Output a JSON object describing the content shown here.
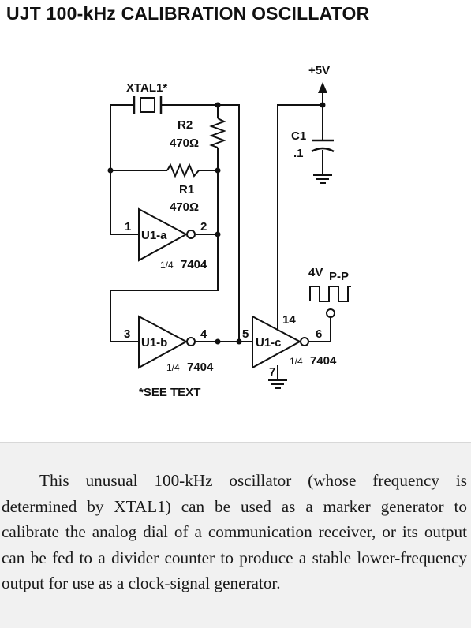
{
  "title": "UJT 100-kHz CALIBRATION OSCILLATOR",
  "schematic": {
    "supply": "+5V",
    "xtal": "XTAL1*",
    "r2": {
      "ref": "R2",
      "value": "470Ω"
    },
    "r1": {
      "ref": "R1",
      "value": "470Ω"
    },
    "c1": {
      "ref": "C1",
      "value": ".1"
    },
    "gate_a": {
      "name": "U1-a",
      "part": "1/4",
      "ic": "7404",
      "pin_in": "1",
      "pin_out": "2"
    },
    "gate_b": {
      "name": "U1-b",
      "part": "1/4",
      "ic": "7404",
      "pin_in": "3",
      "pin_out": "4"
    },
    "gate_c": {
      "name": "U1-c",
      "part": "1/4",
      "ic": "7404",
      "pin_in": "5",
      "pin_out": "6",
      "pin_vcc": "14",
      "pin_gnd": "7"
    },
    "output_level": "4V",
    "output_level_sub": "P-P",
    "footnote": "*SEE TEXT"
  },
  "caption": "This unusual 100-kHz oscillator (whose frequency is determined by XTAL1) can be used as a marker generator to calibrate the analog dial of a communication receiver, or its output can be fed to a divider counter to produce a stable lower-frequency output for use as a clock-signal generator."
}
